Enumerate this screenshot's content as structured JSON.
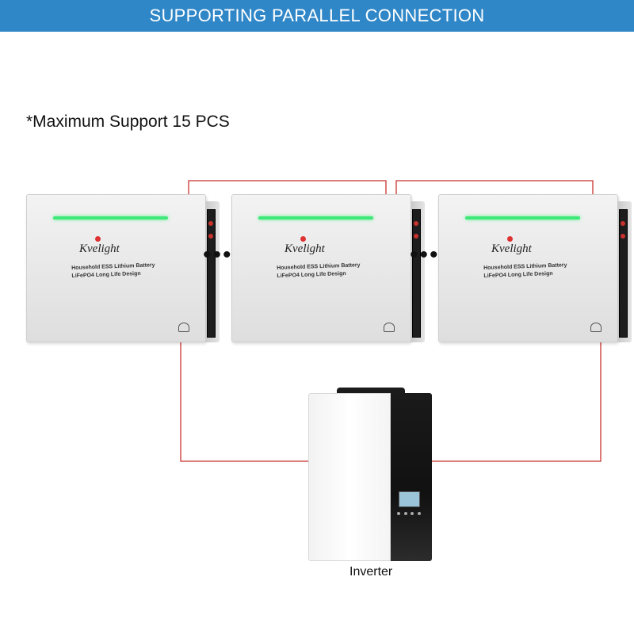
{
  "banner": {
    "title": "SUPPORTING PARALLEL CONNECTION",
    "bg": "#2f87c8"
  },
  "note": "*Maximum Support 15 PCS",
  "separator": "•••",
  "batteries": [
    {
      "brand": "Kvelight",
      "desc1": "Household ESS Lithium Battery",
      "desc2": "LiFePO4 Long Life Design"
    },
    {
      "brand": "Kvelight",
      "desc1": "Household ESS Lithium Battery",
      "desc2": "LiFePO4 Long Life Design"
    },
    {
      "brand": "Kvelight",
      "desc1": "Household ESS Lithium Battery",
      "desc2": "LiFePO4 Long Life Design"
    }
  ],
  "inverter": {
    "label": "Inverter"
  },
  "colors": {
    "wire": "#c8322d",
    "led": "#3ee879"
  }
}
